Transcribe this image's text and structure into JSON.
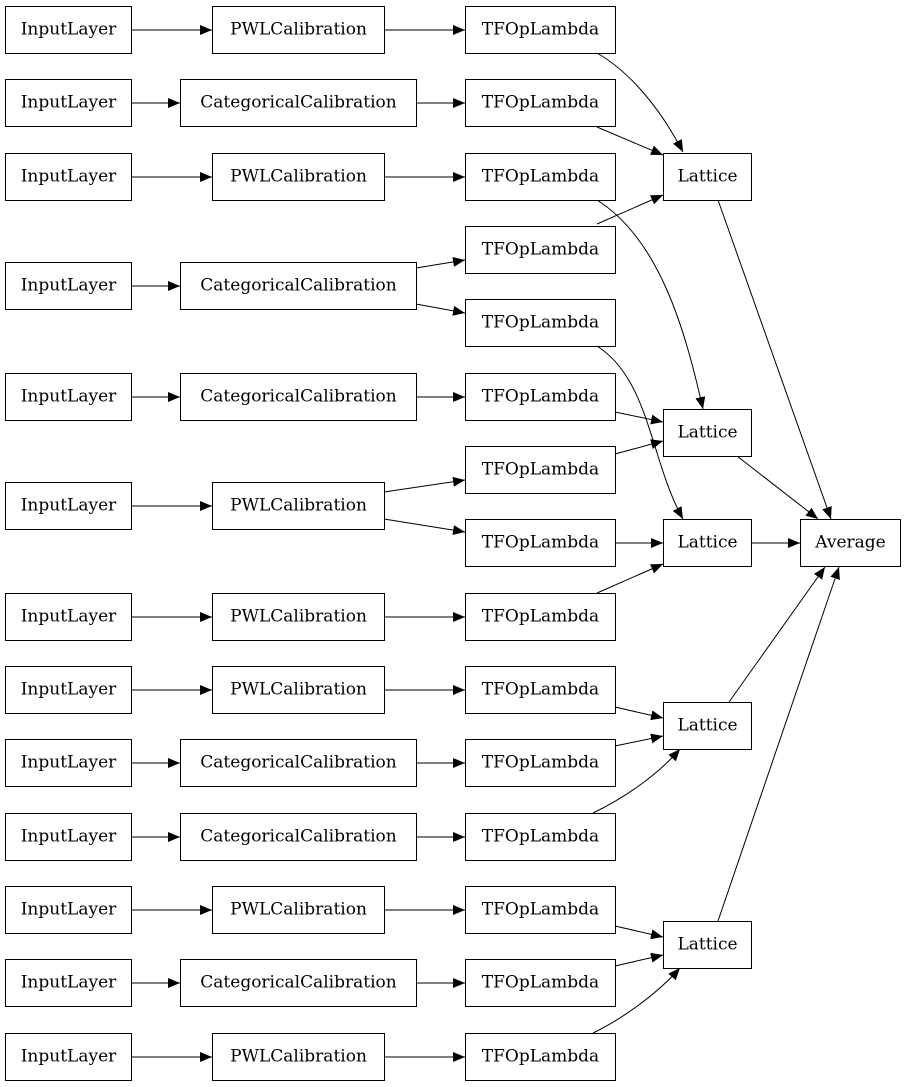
{
  "labels": {
    "input": "InputLayer",
    "pwl": "PWLCalibration",
    "cat": "CategoricalCalibration",
    "lambda": "TFOpLambda",
    "lattice": "Lattice",
    "average": "Average"
  },
  "rows": [
    {
      "calibration": "PWLCalibration"
    },
    {
      "calibration": "CategoricalCalibration"
    },
    {
      "calibration": "PWLCalibration"
    },
    {
      "calibration": "CategoricalCalibration"
    },
    {
      "calibration": "CategoricalCalibration"
    },
    {
      "calibration": "PWLCalibration"
    },
    {
      "calibration": "PWLCalibration"
    },
    {
      "calibration": "PWLCalibration"
    },
    {
      "calibration": "CategoricalCalibration"
    },
    {
      "calibration": "CategoricalCalibration"
    },
    {
      "calibration": "PWLCalibration"
    },
    {
      "calibration": "CategoricalCalibration"
    },
    {
      "calibration": "PWLCalibration"
    }
  ],
  "tfoplambda_count": 15,
  "lattice_count": 5,
  "edges_to_lattice": [
    {
      "lambda": 1,
      "lattice": 1
    },
    {
      "lambda": 2,
      "lattice": 1
    },
    {
      "lambda": 3,
      "lattice": 2
    },
    {
      "lambda": 4,
      "lattice": 1
    },
    {
      "lambda": 5,
      "lattice": 3
    },
    {
      "lambda": 6,
      "lattice": 2
    },
    {
      "lambda": 7,
      "lattice": 2
    },
    {
      "lambda": 8,
      "lattice": 3
    },
    {
      "lambda": 9,
      "lattice": 3
    },
    {
      "lambda": 10,
      "lattice": 4
    },
    {
      "lambda": 11,
      "lattice": 4
    },
    {
      "lambda": 12,
      "lattice": 4
    },
    {
      "lambda": 13,
      "lattice": 5
    },
    {
      "lambda": 14,
      "lattice": 5
    },
    {
      "lambda": 15,
      "lattice": 5
    }
  ]
}
